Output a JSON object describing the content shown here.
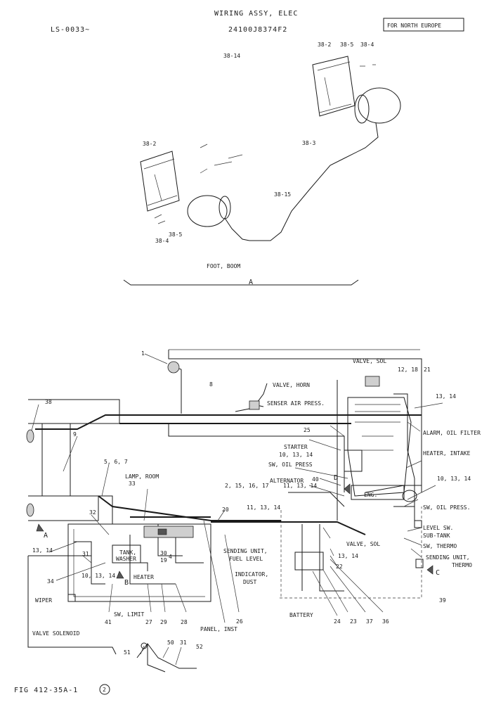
{
  "header": {
    "doc_range": "LS-0033~",
    "title": "WIRING ASSY, ELEC",
    "part_number": "24100J8374F2",
    "region_box": "FOR NORTH EUROPE"
  },
  "detail_a": {
    "caption": "FOOT, BOOM",
    "marker": "A",
    "callouts": {
      "c38_2_top": "38-2",
      "c38_5_top": "38-5",
      "c38_4_top": "38-4",
      "c38_14": "38-14",
      "c38_2_left": "38-2",
      "c38_3": "38-3",
      "c38_15": "38-15",
      "c38_5_bot": "38-5",
      "c38_4_bot": "38-4"
    }
  },
  "main": {
    "labels": {
      "valve_sol_top": "VALVE, SOL",
      "valve_horn": "VALVE, HORN",
      "senser_air": "SENSER AIR PRESS.",
      "alarm_oil": "ALARM, OIL FILTER",
      "heater_intake": "HEATER, INTAKE",
      "starter": "STARTER",
      "sw_oil_press_l": "SW, OIL PRESS",
      "alternator": "ALTERNATOR",
      "eng": "ENG.",
      "sw_oil_press_r": "SW, OIL PRESS.",
      "level_sw": "LEVEL SW.",
      "sub_tank": "SUB-TANK",
      "sw_thermo": "SW, THERMO",
      "sending_thermo_1": "SENDING UNIT,",
      "sending_thermo_2": "THERMO",
      "lamp_room": "LAMP, ROOM",
      "tank_washer_1": "TANK,",
      "tank_washer_2": "WASHER",
      "heater": "HEATER",
      "wiper": "WIPER",
      "sending_fuel_1": "SENDING UNIT,",
      "sending_fuel_2": "FUEL LEVEL",
      "indicator_dust_1": "INDICATOR,",
      "indicator_dust_2": "DUST",
      "valve_sol_mid": "VALVE, SOL",
      "battery": "BATTERY",
      "sw_limit": "SW, LIMIT",
      "panel_inst": "PANEL, INST",
      "valve_solenoid": "VALVE SOLENOID",
      "marker_a": "A",
      "marker_b": "B",
      "marker_c": "C",
      "marker_d": "D"
    },
    "callouts": {
      "n1": "1",
      "n8": "8",
      "n12_18": "12, 18",
      "n21": "21",
      "n13_14_a": "13, 14",
      "n38": "38",
      "n9": "9",
      "n25": "25",
      "n10_13_14_a": "10, 13, 14",
      "n5_6_7": "5, 6, 7",
      "n33": "33",
      "n40": "40",
      "n10_13_14_b": "10, 13, 14",
      "n2_15": "2, 15, 16, 17",
      "n11_13_14_a": "11, 13, 14",
      "n20": "20",
      "n11_13_14_b": "11, 13, 14",
      "n32": "32",
      "n13_14_b": "13, 14",
      "n31_a": "31",
      "n30": "30",
      "n19": "19",
      "n4": "4",
      "n34": "34",
      "n10_13_14_c": "10, 13, 14",
      "n13_14_c": "13, 14",
      "n22": "22",
      "n39": "39",
      "n41": "41",
      "n27": "27",
      "n29": "29",
      "n28": "28",
      "n26": "26",
      "n24": "24",
      "n23": "23",
      "n37": "37",
      "n36": "36",
      "n51": "51",
      "n50": "50",
      "n31_b": "31",
      "n52": "52"
    }
  },
  "footer": {
    "figure_id": "FIG 412-35A-1",
    "figure_sheet": "2"
  }
}
